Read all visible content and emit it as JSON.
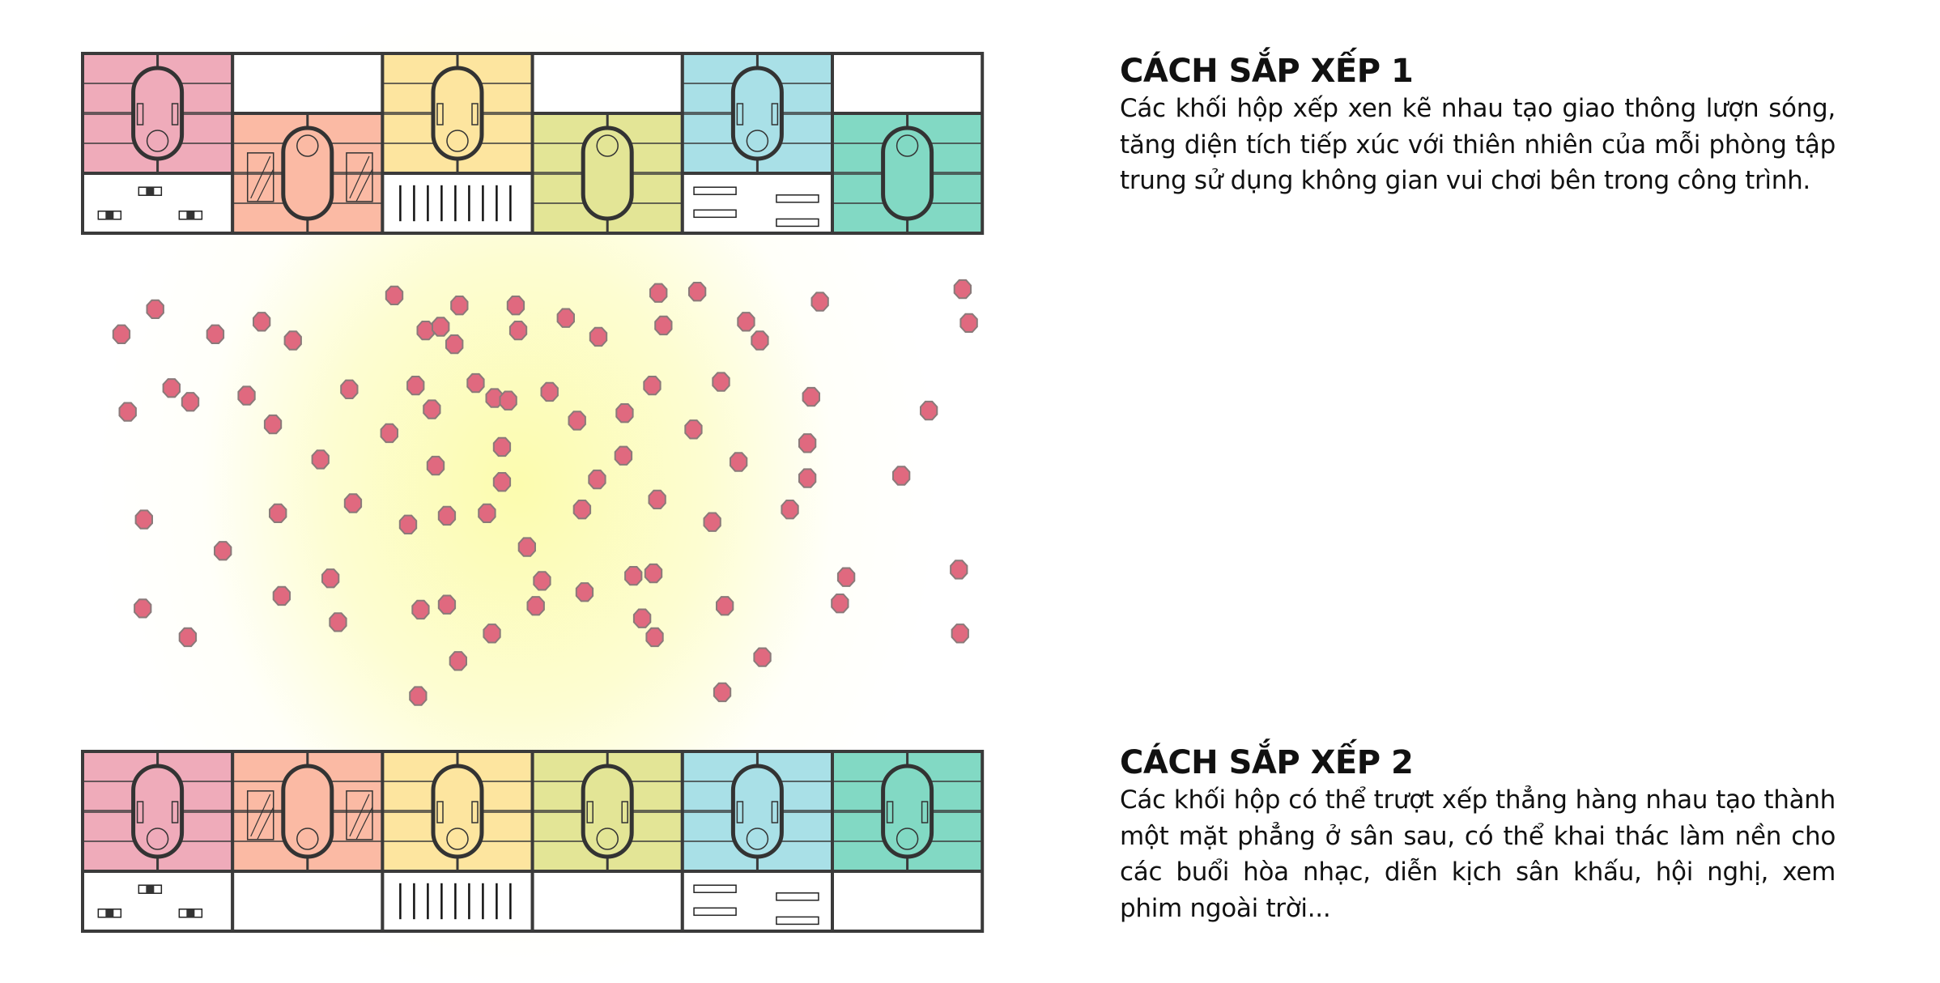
{
  "arrangements": [
    {
      "title": "CÁCH SẮP XẾP 1",
      "description": "Các khối hộp xếp xen kẽ nhau tạo giao thông lượn sóng, tăng diện tích tiếp xúc với thiên nhiên của mỗi phòng tập trung sử dụng không gian vui chơi bên trong công trình.",
      "modules": [
        {
          "color": "#efabba",
          "colored": "top",
          "furniture": "tables"
        },
        {
          "color": "#fbbaa4",
          "colored": "bottom",
          "furniture": "racks"
        },
        {
          "color": "#fde59f",
          "colored": "top",
          "furniture": "bars"
        },
        {
          "color": "#e3e596",
          "colored": "bottom",
          "furniture": "none"
        },
        {
          "color": "#a9e0e7",
          "colored": "top",
          "furniture": "benches"
        },
        {
          "color": "#82d9c4",
          "colored": "bottom",
          "furniture": "none"
        }
      ]
    },
    {
      "title": "CÁCH SẮP XẾP 2",
      "description": "Các khối hộp có thể trượt xếp thẳng hàng nhau tạo thành một mặt phẳng ở sân sau, có thể khai thác làm nền cho các buổi hòa nhạc, diễn kịch sân khấu, hội nghị, xem phim ngoài trời...",
      "modules": [
        {
          "color": "#efabba",
          "colored": "top",
          "furniture": "tables"
        },
        {
          "color": "#fbbaa4",
          "colored": "top",
          "furniture": "racks"
        },
        {
          "color": "#fde59f",
          "colored": "top",
          "furniture": "bars"
        },
        {
          "color": "#e3e596",
          "colored": "top",
          "furniture": "none"
        },
        {
          "color": "#a9e0e7",
          "colored": "top",
          "furniture": "benches"
        },
        {
          "color": "#82d9c4",
          "colored": "top",
          "furniture": "none"
        }
      ]
    }
  ],
  "colors": {
    "dot": "#e0697f",
    "dot_outline": "#8a7a7a",
    "line": "#3a3a3a"
  }
}
